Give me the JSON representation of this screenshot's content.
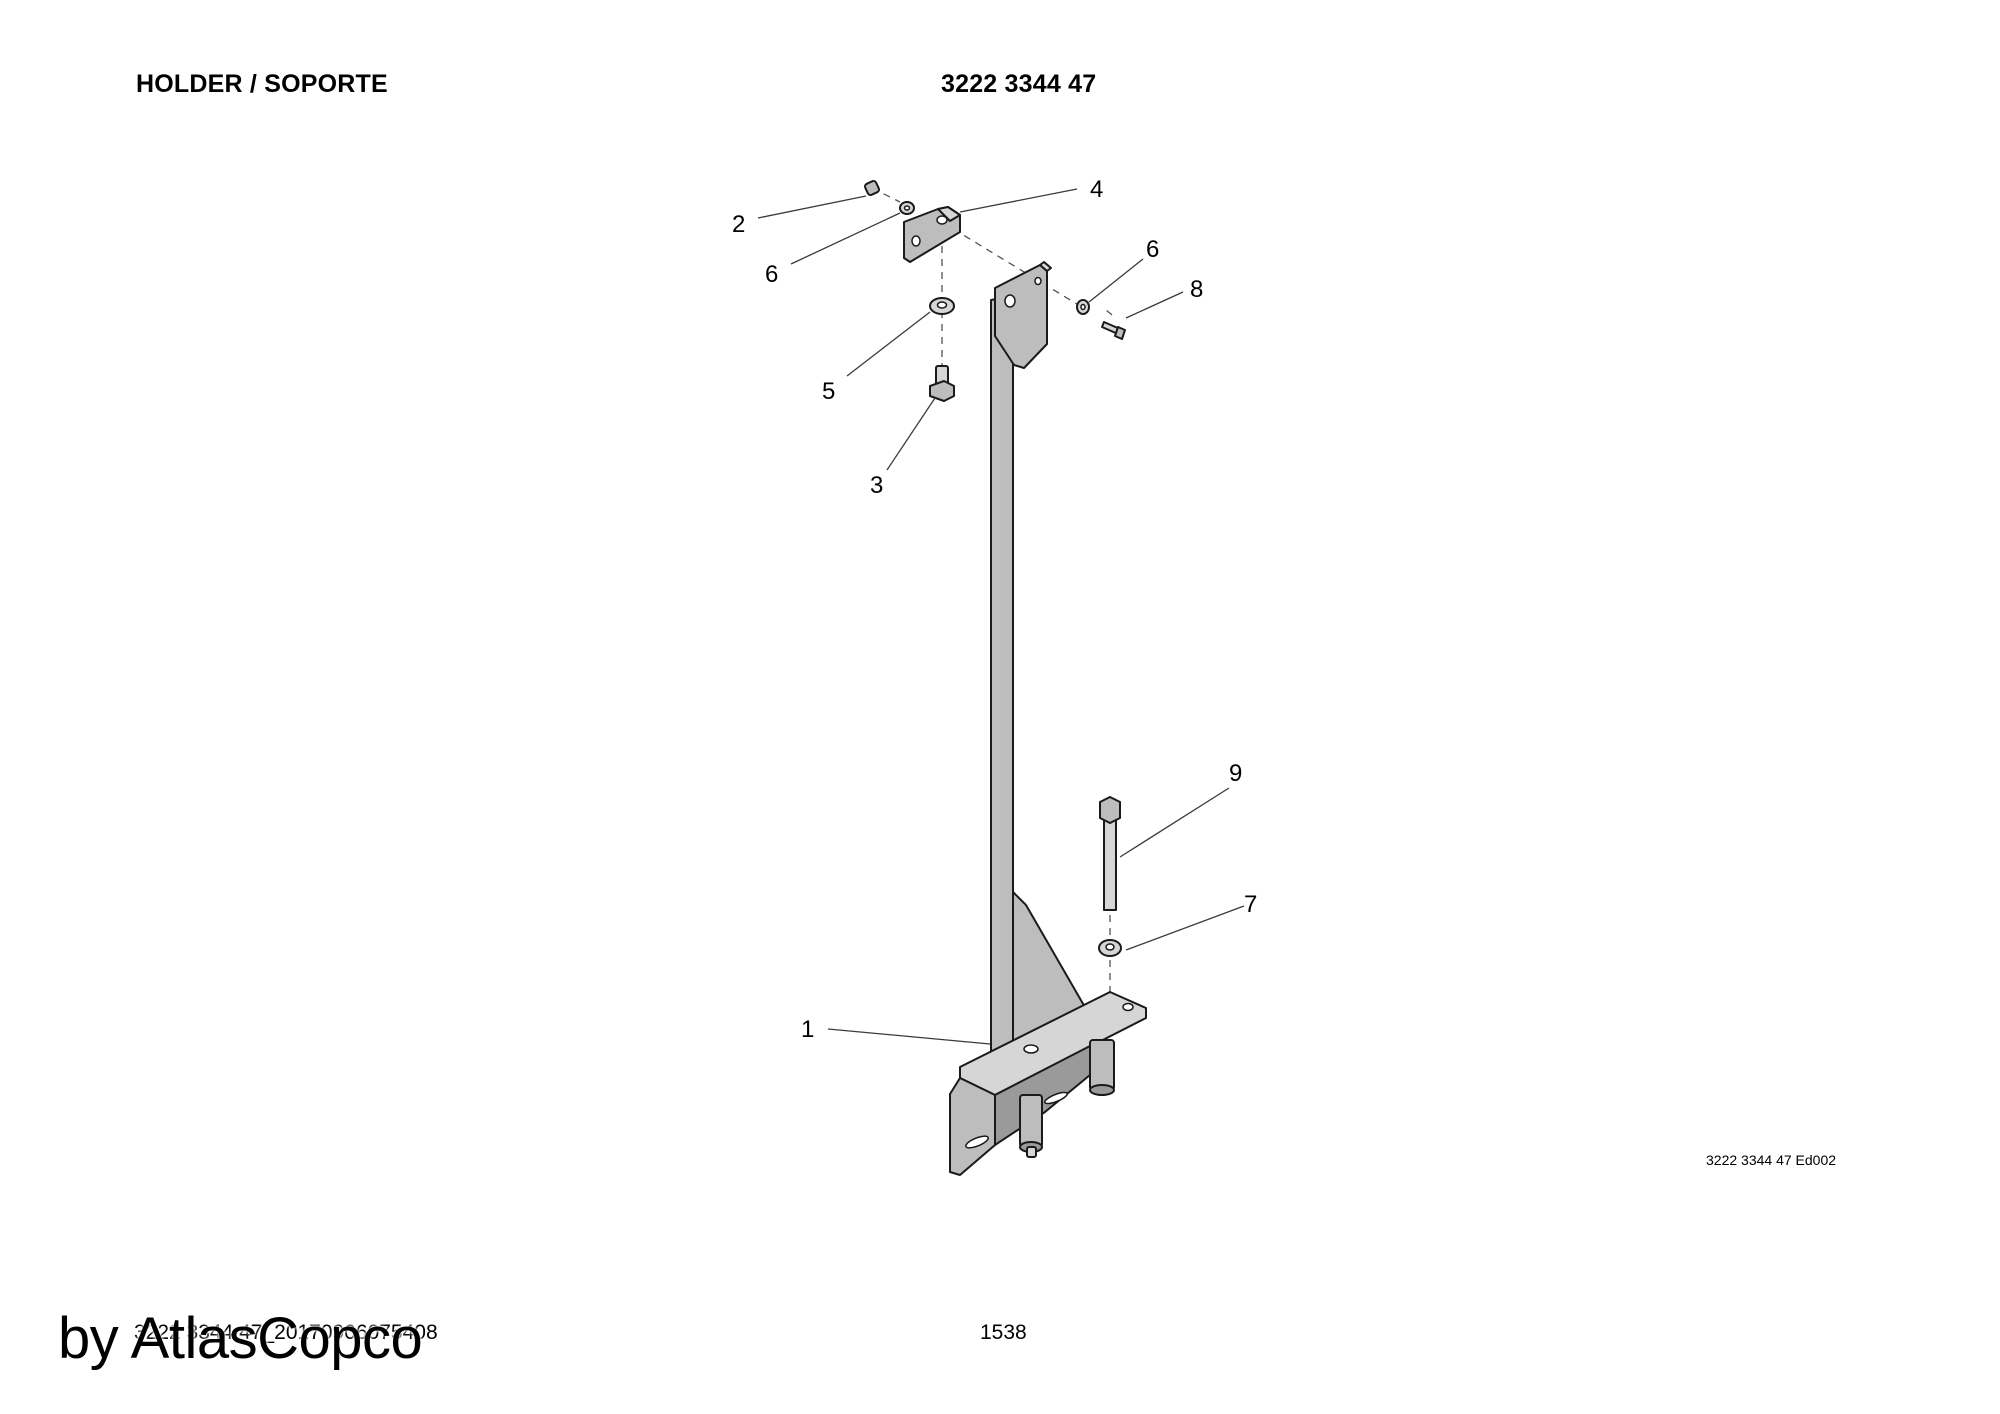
{
  "header": {
    "title": "HOLDER / SOPORTE",
    "part_number": "3222 3344 47"
  },
  "drawing": {
    "callouts": [
      "1",
      "2",
      "3",
      "4",
      "5",
      "6",
      "6",
      "7",
      "8",
      "9"
    ]
  },
  "drawing_reference": "3222 3344 47 Ed002",
  "footer": {
    "document_id": "3222 3344 47_20170906075408",
    "page_number": "1538",
    "watermark": "by AtlasCopco"
  }
}
